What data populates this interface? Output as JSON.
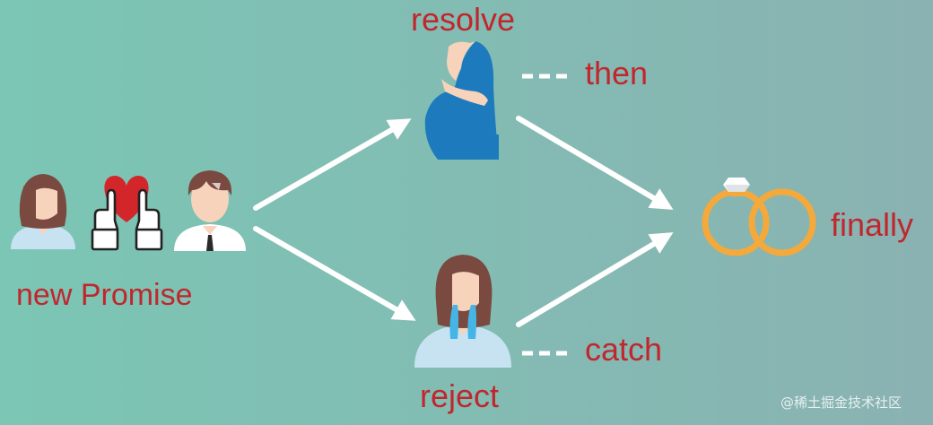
{
  "labels": {
    "resolve": "resolve",
    "then": "then",
    "catch": "catch",
    "reject": "reject",
    "new_promise": "new Promise",
    "finally": "finally"
  },
  "watermark": {
    "text": "@稀土掘金技术社区"
  },
  "icons": {
    "woman": "woman-avatar-icon",
    "man": "man-avatar-icon",
    "heart_hands": "heart-hands-icon",
    "pregnant": "pregnant-woman-icon",
    "crying": "crying-woman-icon",
    "rings": "wedding-rings-icon"
  },
  "colors": {
    "accent": "#c0272d",
    "bg_left": "#7bc6b4",
    "bg_right": "#8ab2b2",
    "arrow": "#ffffff",
    "hair": "#7a4a40",
    "skin": "#f7d3bc",
    "shirt": "#c7e3f2",
    "heart": "#d3262b",
    "dress": "#1d7bbd",
    "ring": "#f5a93a",
    "gem": "#dfe3e6",
    "tears": "#45b5e6"
  }
}
